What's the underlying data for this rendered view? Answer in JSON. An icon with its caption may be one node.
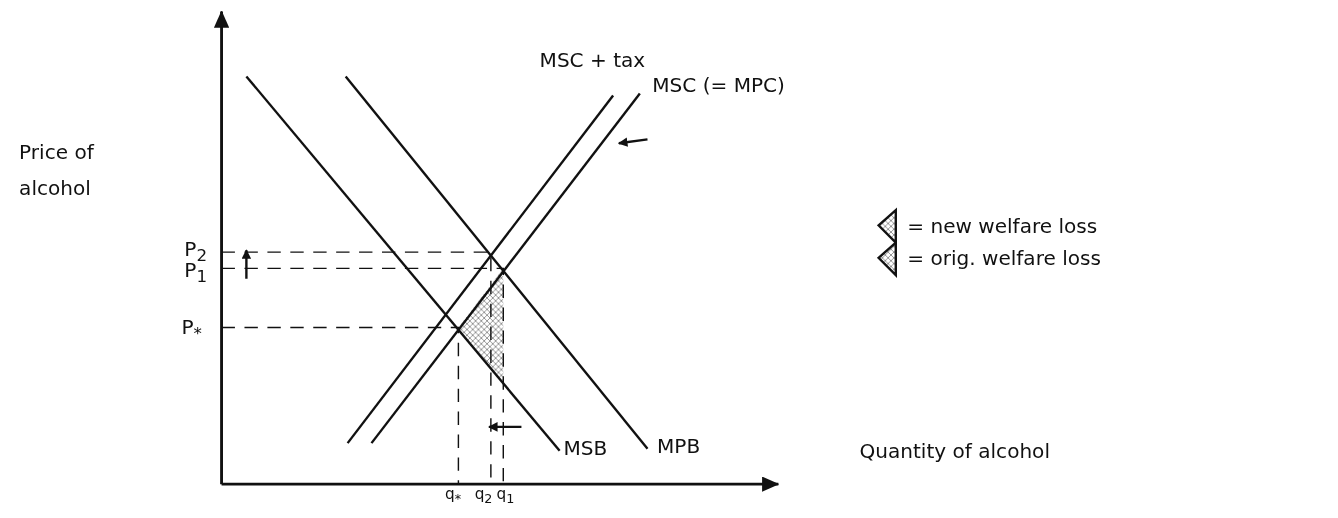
{
  "diagram": {
    "nodes": [
      {
        "text": [],
        "shape": "triangle"
      }
    ],
    "labels": [
      "Price of alcohol",
      "MSC + tax",
      "MSC (= MPC)",
      "P$_{2}$",
      "P$_{1}$",
      "P$_{*}$",
      "MSB",
      "MPB",
      "q$_{*}$",
      "q$_{2}$",
      "q$_{1}$",
      "Quantity of alcohol"
    ],
    "legend": [
      {
        "text": "= new welfare loss"
      },
      {
        "text": "= orig. welfare loss"
      }
    ]
  }
}
